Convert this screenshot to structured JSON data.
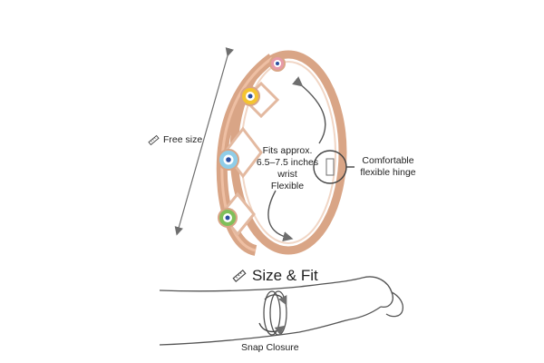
{
  "labels": {
    "free_size": "Free size",
    "fits_line1": "Fits approx.",
    "fits_line2": "6.5–7.5 inches",
    "fits_line3": "wrist",
    "fits_line4": "Flexible",
    "hinge_line1": "Comfortable",
    "hinge_line2": "flexible hinge",
    "section_title": "Size & Fit",
    "snap_closure": "Snap Closure"
  },
  "icons": {
    "ruler": "ruler-icon",
    "hinge": "hinge-icon",
    "rotate_arrow": "rotate-arrow-icon",
    "double_arrow": "double-arrow-icon"
  },
  "colors": {
    "rose_gold": "#d9a586",
    "rose_gold_dark": "#b9805f",
    "line_gray": "#6e6e6e",
    "eye_pink": "#e79aa8",
    "eye_yellow": "#f4c430",
    "eye_blue": "#8fcde8",
    "eye_green": "#7fbf5a"
  }
}
